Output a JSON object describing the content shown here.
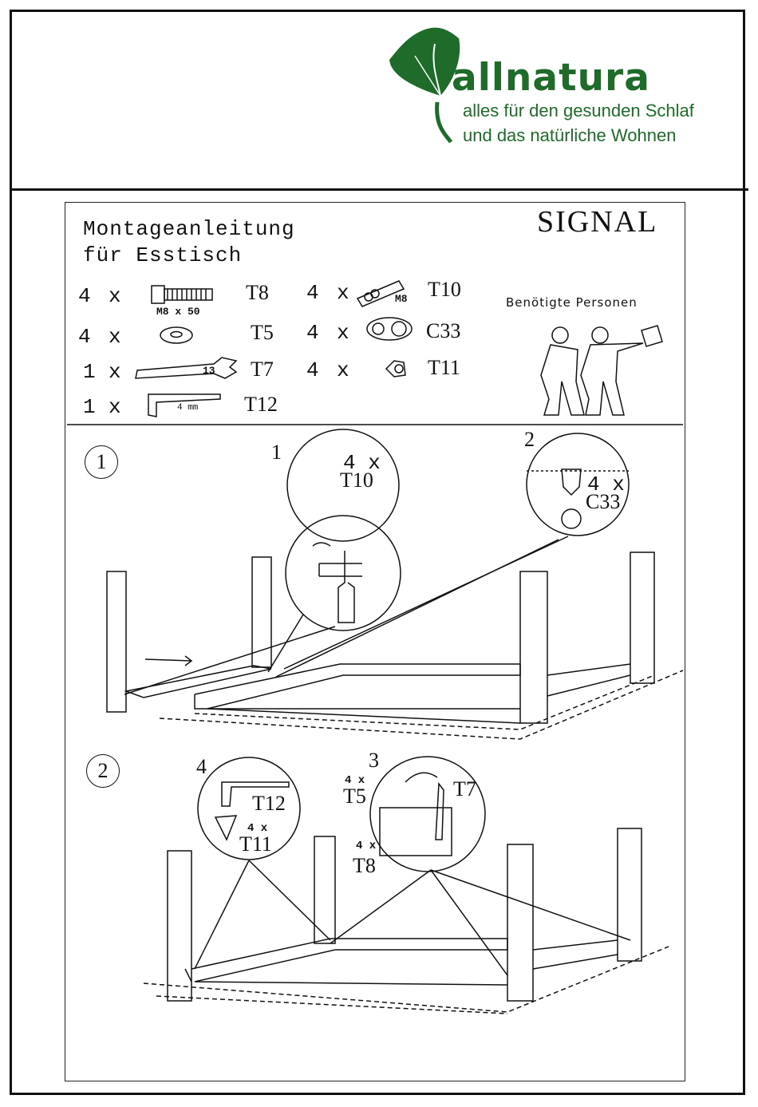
{
  "brand": {
    "name": "allnatura",
    "tagline_1": "alles für den gesunden Schlaf",
    "tagline_2": "und das natürliche Wohnen",
    "color": "#1e6b2a"
  },
  "instructions": {
    "title_line1": "Montageanleitung",
    "title_line2": "für Esstisch",
    "model": "SIGNAL",
    "persons_label": "Benötigte Personen"
  },
  "parts": [
    {
      "qty": "4",
      "x": "x",
      "code": "T8",
      "label": "M8 x 50",
      "icon": "bolt-icon"
    },
    {
      "qty": "4",
      "x": "x",
      "code": "T5",
      "icon": "washer-icon"
    },
    {
      "qty": "1",
      "x": "x",
      "code": "T7",
      "label": "13",
      "icon": "wrench-icon"
    },
    {
      "qty": "1",
      "x": "x",
      "code": "T12",
      "label": "4 mm",
      "icon": "allen-key-icon"
    },
    {
      "qty": "4",
      "x": "x",
      "code": "T10",
      "label": "M8",
      "icon": "dowel-icon"
    },
    {
      "qty": "4",
      "x": "x",
      "code": "C33",
      "icon": "cam-nut-icon"
    },
    {
      "qty": "4",
      "x": "x",
      "code": "T11",
      "icon": "threaded-insert-icon"
    }
  ],
  "step1": {
    "number": "1",
    "detail1": {
      "num": "1",
      "qty": "4 x",
      "code": "T10"
    },
    "detail2": {
      "num": "2",
      "qty": "4 x",
      "code": "C33"
    }
  },
  "step2": {
    "number": "2",
    "detail4": {
      "num": "4",
      "code_a": "T12",
      "qty_b": "4 x",
      "code_b": "T11"
    },
    "detail3": {
      "num": "3",
      "qty_a": "4 x",
      "code_a": "T5",
      "code_b": "T7",
      "qty_c": "4 x",
      "code_c": "T8"
    }
  }
}
